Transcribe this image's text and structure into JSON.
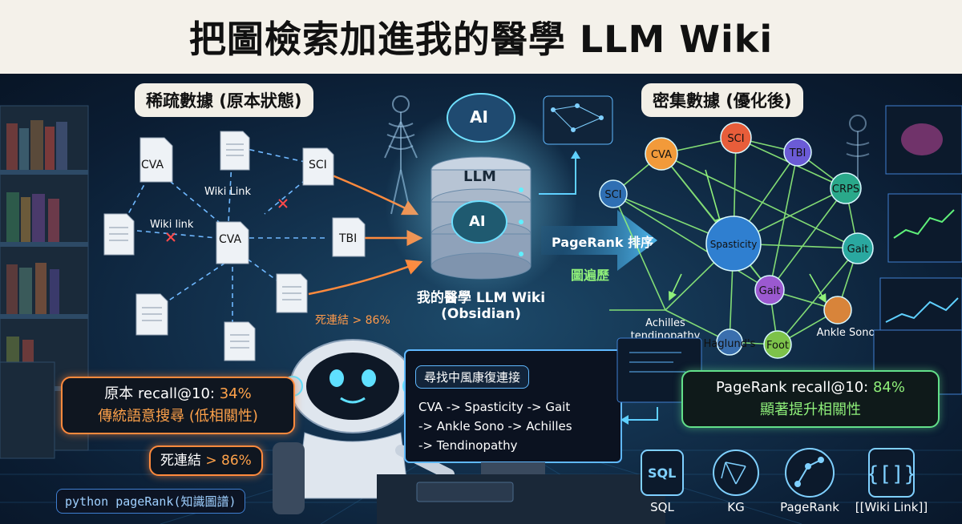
{
  "title": "把圖檢索加進我的醫學 LLM Wiki",
  "left": {
    "header": "稀疏數據 (原本狀態)",
    "docs": [
      "CVA",
      "SCI",
      "CVA",
      "TBI"
    ],
    "link_labels": [
      "Wiki Link",
      "Wiki link"
    ],
    "dead_link_note": "死連結 > 86%"
  },
  "center": {
    "server_labels": [
      "AI",
      "LLM",
      "AI"
    ],
    "caption_line1": "我的醫學 LLM Wiki",
    "caption_line2": "(Obsidian)",
    "arrow_label": "PageRank 排序",
    "arrow_sublabel": "圖遍歷"
  },
  "right": {
    "header": "密集數據 (優化後)",
    "nodes": [
      {
        "id": "cva",
        "label": "CVA",
        "color": "#f29a3a"
      },
      {
        "id": "sci1",
        "label": "SCI",
        "color": "#e85d3a"
      },
      {
        "id": "tbi",
        "label": "TBI",
        "color": "#6b5bd6"
      },
      {
        "id": "crps",
        "label": "CRPS",
        "color": "#2aa88a"
      },
      {
        "id": "sci2",
        "label": "SCI",
        "color": "#2f6fb3"
      },
      {
        "id": "spasticity",
        "label": "Spasticity",
        "color": "#2f7fd0"
      },
      {
        "id": "gait1",
        "label": "Gait",
        "color": "#2aa8a0"
      },
      {
        "id": "gait2",
        "label": "Gait",
        "color": "#9b59d0"
      },
      {
        "id": "achilles",
        "label": "Achilles tendinopathy",
        "color": "#3a6fae"
      },
      {
        "id": "haglund",
        "label": "Haglund's",
        "color": "#3a6fae"
      },
      {
        "id": "foot",
        "label": "Foot",
        "color": "#7dc24a"
      },
      {
        "id": "ankle",
        "label": "Ankle Sono",
        "color": "#d8843a"
      }
    ]
  },
  "bottom_left": {
    "recall_prefix": "原本 recall@10: ",
    "recall_value": "34%",
    "recall_sub": "傳統語意搜尋 (低相關性)",
    "dead_prefix": "死連結 ",
    "dead_value": "> 86%",
    "code": "python pageRank(知識圖譜)"
  },
  "monitor": {
    "title": "尋找中風康復連接",
    "lines": [
      "CVA -> Spasticity -> Gait",
      "-> Ankle Sono -> Achilles",
      "-> Tendinopathy"
    ]
  },
  "bottom_right": {
    "recall_prefix": "PageRank recall@10: ",
    "recall_value": "84%",
    "recall_sub": "顯著提升相關性",
    "icons": [
      "SQL",
      "KG",
      "PageRank",
      "[[Wiki Link]]"
    ],
    "icon_glyph_sql": "SQL"
  }
}
